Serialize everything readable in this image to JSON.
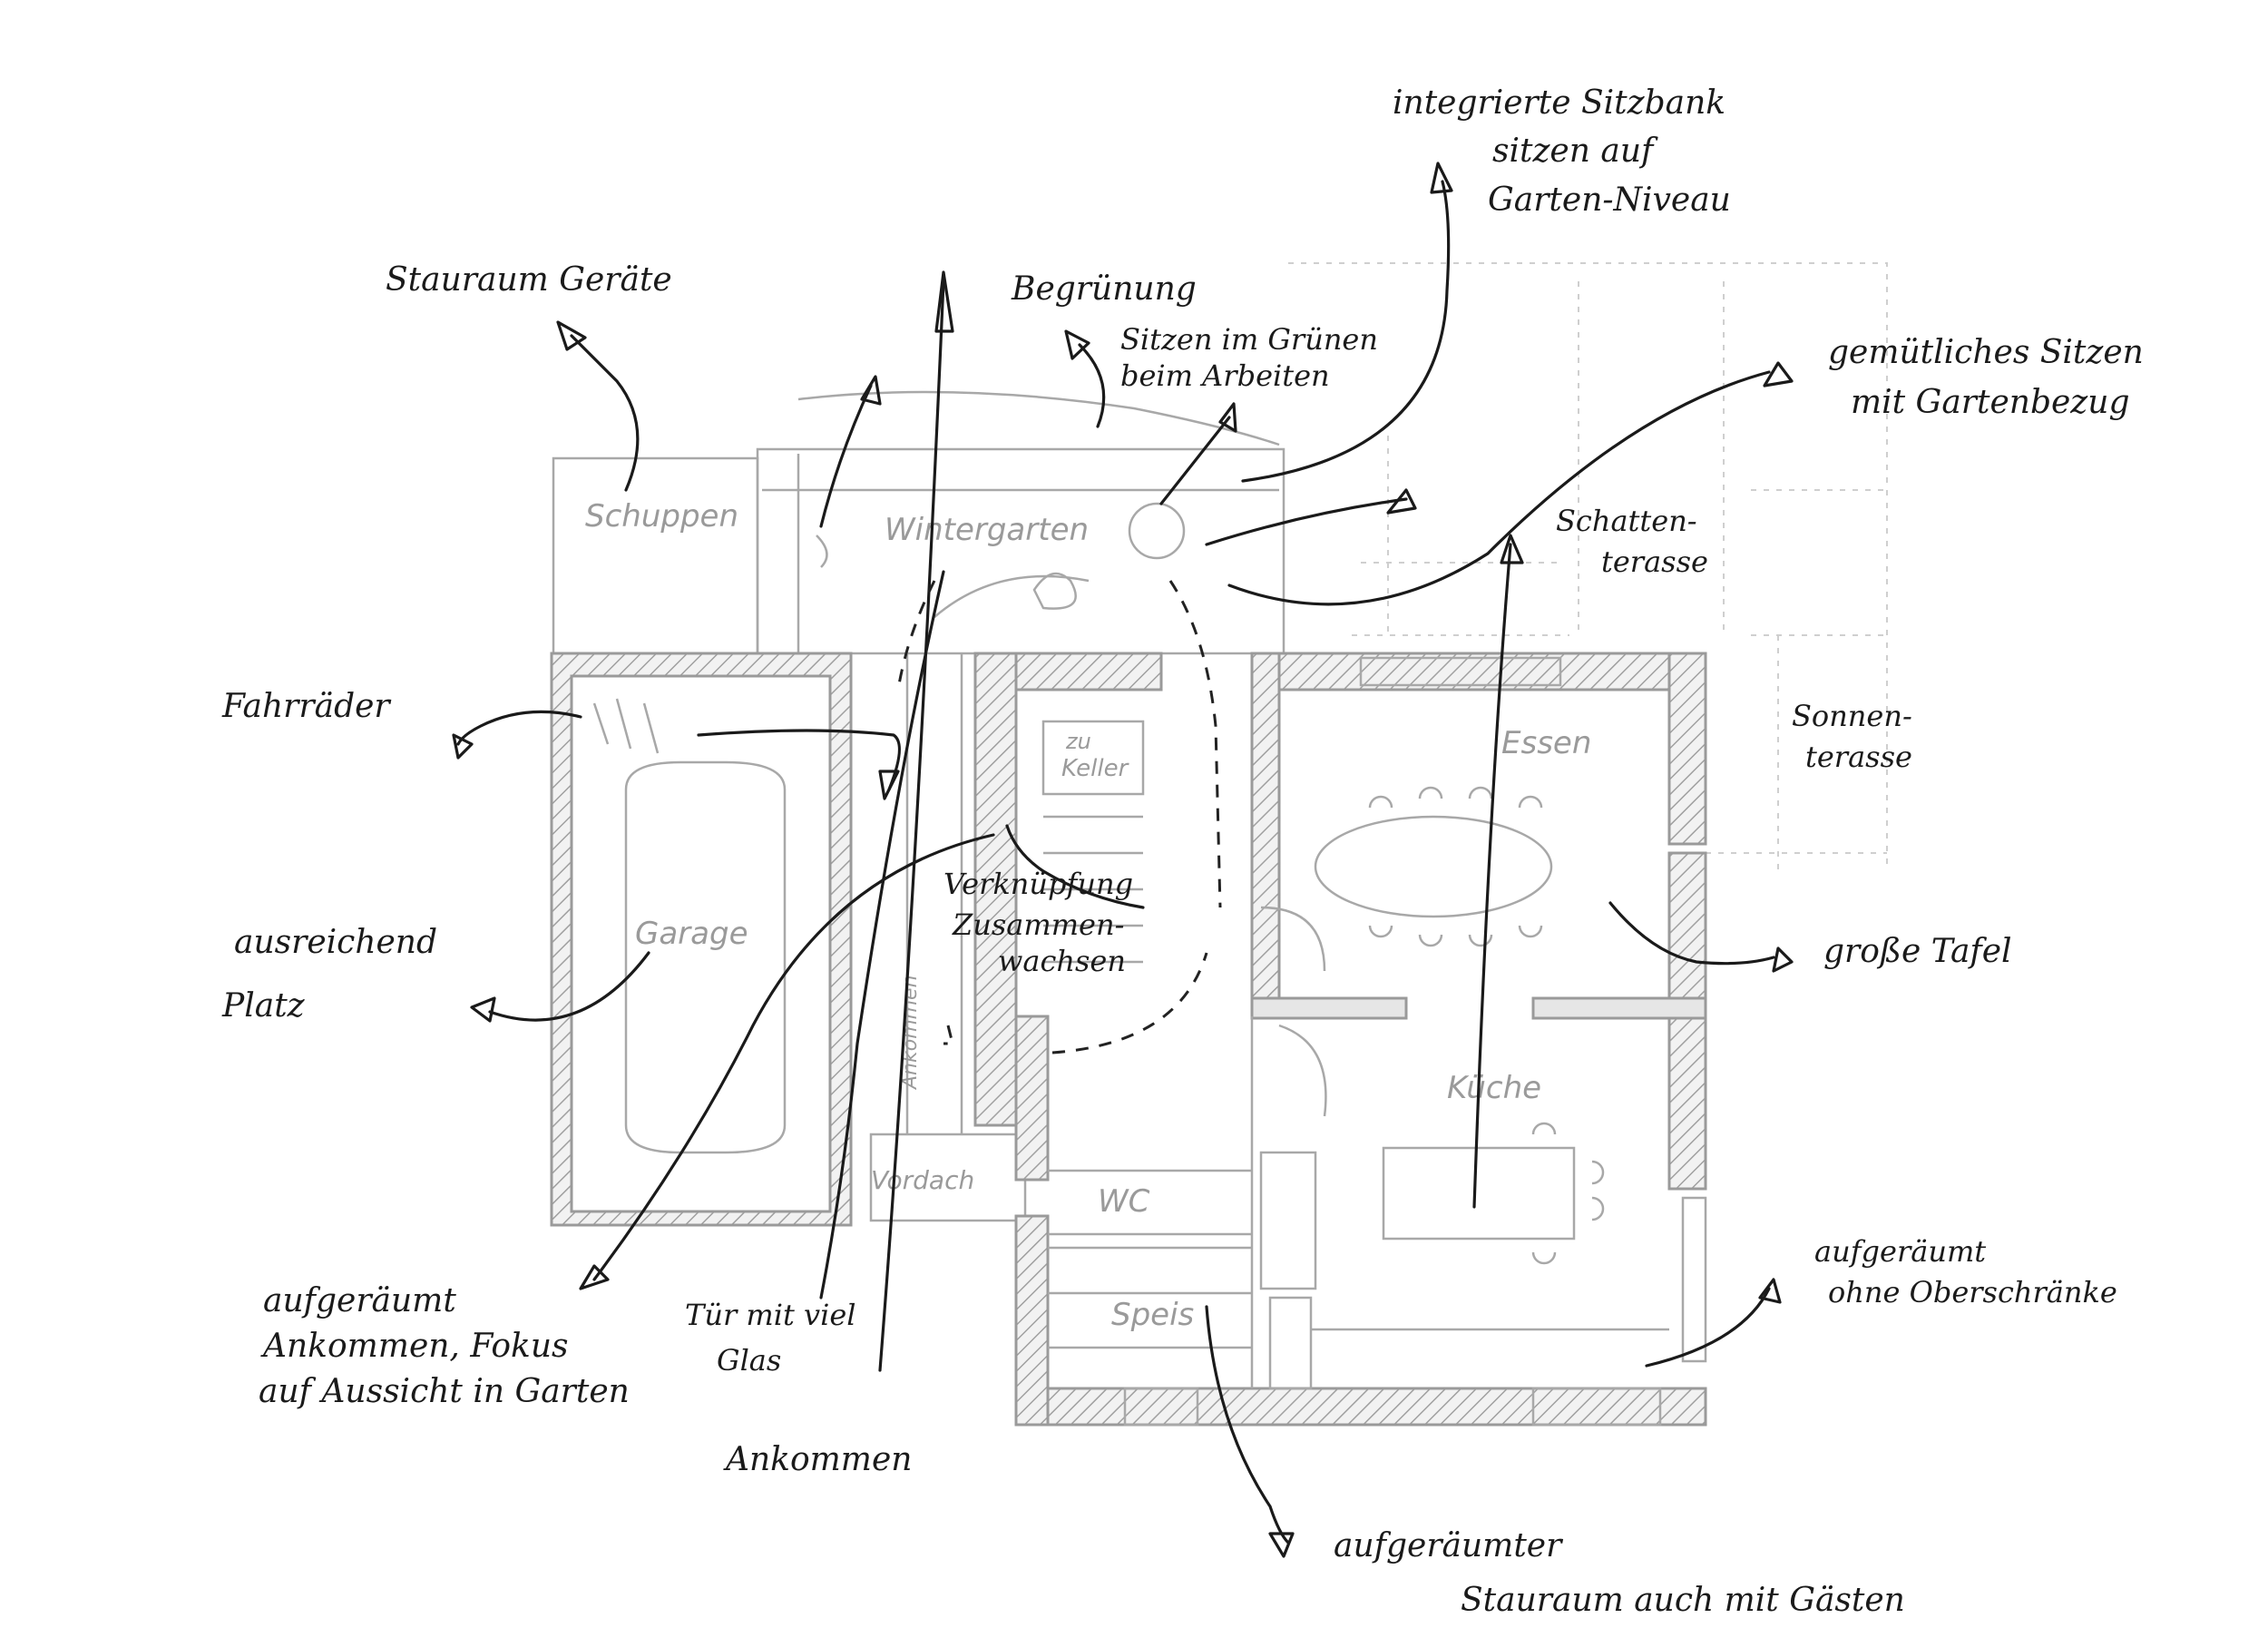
{
  "rooms": {
    "schuppen": "Schuppen",
    "wintergarten": "Wintergarten",
    "garage": "Garage",
    "zu_keller": [
      "zu",
      "Keller"
    ],
    "essen": "Essen",
    "kueche": "Küche",
    "wc": "WC",
    "speis": "Speis",
    "vordach": "Vordach",
    "eingang": "Ankommen"
  },
  "annotations": {
    "stauraum_geraete": "Stauraum Geräte",
    "begruenung": "Begrünung",
    "sitzen_im_gruenen": [
      "Sitzen im Grünen",
      "beim Arbeiten"
    ],
    "integrierte_sitzbank": [
      "integrierte Sitzbank",
      "sitzen auf",
      "Garten-Niveau"
    ],
    "gemuetliches_sitzen": [
      "gemütliches Sitzen",
      "mit Gartenbezug"
    ],
    "schattenterrasse": [
      "Schatten-",
      "terasse"
    ],
    "sonnenterrasse": [
      "Sonnen-",
      "terasse"
    ],
    "fahrraeder": "Fahrräder",
    "ausreichend_platz": [
      "ausreichend",
      "Platz"
    ],
    "verknuepfung": [
      "Verknüpfung",
      "Zusammen-",
      "wachsen"
    ],
    "grosse_tafel": "große Tafel",
    "aufgeraeumt_ankommen": [
      "aufgeräumt",
      "Ankommen, Fokus",
      "auf Aussicht in Garten"
    ],
    "tuer_mit_viel_glas": [
      "Tür mit viel",
      "Glas"
    ],
    "ankommen": "Ankommen",
    "aufgeraeumt_ohne_oberschraenke": [
      "aufgeräumt",
      "ohne Oberschränke"
    ],
    "aufgeraeumter_stauraum": [
      "aufgeräumter",
      "Stauraum auch mit Gästen"
    ]
  },
  "colors": {
    "plan_lines": "#9a9a9a",
    "annotation_ink": "#1a1a1a",
    "background": "#ffffff"
  }
}
